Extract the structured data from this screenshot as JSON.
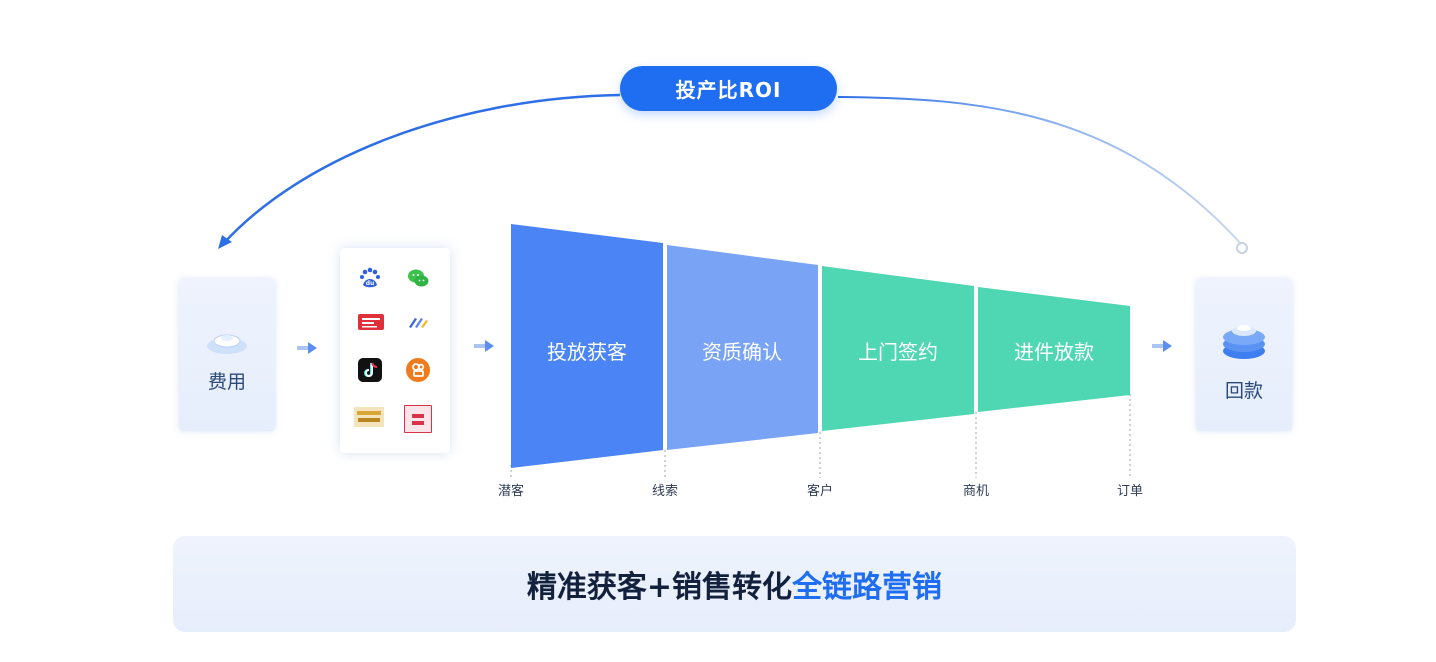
{
  "roi": {
    "label": "投产比ROI"
  },
  "cost": {
    "label": "费用"
  },
  "repayment": {
    "label": "回款"
  },
  "platforms": [
    {
      "name": "baidu-icon",
      "color": "#2f5fe0"
    },
    {
      "name": "wechat-icon",
      "color": "#3cc14b"
    },
    {
      "name": "toutiao-icon",
      "label": "头条",
      "color": "#e0303a"
    },
    {
      "name": "zhihu-icon",
      "color": "#3a63d8"
    },
    {
      "name": "douyin-icon",
      "color": "#111111"
    },
    {
      "name": "kuaishou-icon",
      "color": "#f07a1e"
    },
    {
      "name": "focus-media-icon",
      "label": "Focus Media",
      "color": "#d9a63a"
    },
    {
      "name": "xinchao-icon",
      "label": "XIN CHAO",
      "color": "#d9334b"
    }
  ],
  "funnel": {
    "stages": [
      {
        "label": "投放获客",
        "color": "#4a84f5"
      },
      {
        "label": "资质确认",
        "color": "#79a3f5"
      },
      {
        "label": "上门签约",
        "color": "#4fd6b3"
      },
      {
        "label": "进件放款",
        "color": "#4fd6b3"
      }
    ],
    "milestones": [
      "潜客",
      "线索",
      "客户",
      "商机",
      "订单"
    ]
  },
  "banner": {
    "dark_text": "精准获客+销售转化",
    "blue_text": "全链路营销"
  }
}
